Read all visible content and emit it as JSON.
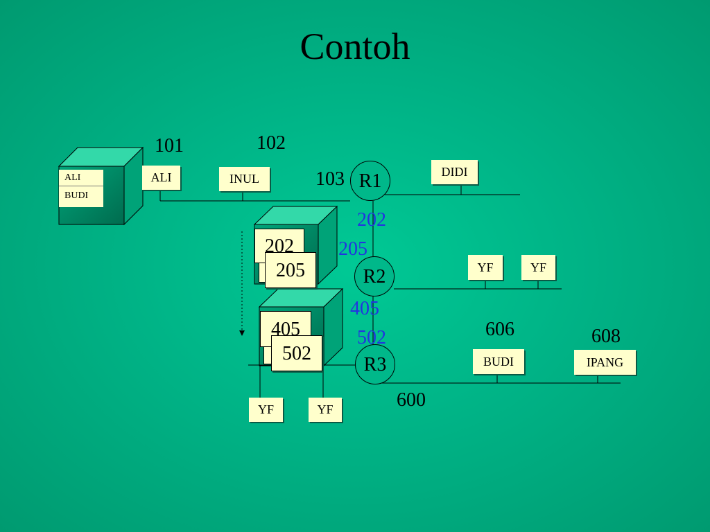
{
  "slide": {
    "title": "Contoh"
  },
  "labels": {
    "n101": "101",
    "n102": "102",
    "n103": "103",
    "n202": "202",
    "n205": "205",
    "n405": "405",
    "n502": "502",
    "n606": "606",
    "n608": "608",
    "n600": "600"
  },
  "hosts": {
    "ali": "ALI",
    "inul": "INUL",
    "didi": "DIDI",
    "yf1": "YF",
    "yf2": "YF",
    "budi": "BUDI",
    "ipang": "IPANG",
    "yf3": "YF",
    "yf4": "YF"
  },
  "routers": {
    "r1": "R1",
    "r2": "R2",
    "r3": "R3"
  },
  "cube1": {
    "line1": "ALI",
    "line2": "BUDI"
  },
  "cube2": {
    "back": "202",
    "front": "205"
  },
  "cube3": {
    "back": "405",
    "front": "502"
  },
  "colors": {
    "background": "#00b386",
    "box_fill": "#ffffcc",
    "blue_label": "#2333e0",
    "cube_face": "#2ed6a6",
    "cube_front": "#00996e"
  }
}
